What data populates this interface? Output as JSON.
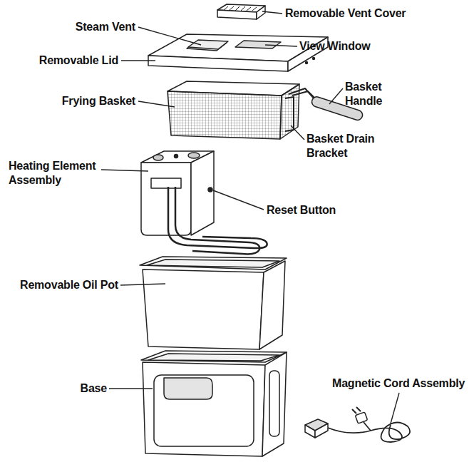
{
  "diagram": {
    "labels": [
      "Removable Vent Cover",
      "Steam Vent",
      "View Window",
      "Removable Lid",
      "Frying Basket",
      "Basket Handle",
      "Basket Drain Bracket",
      "Heating Element Assembly",
      "Reset Button",
      "Removable Oil Pot",
      "Base",
      "Magnetic Cord Assembly"
    ]
  }
}
